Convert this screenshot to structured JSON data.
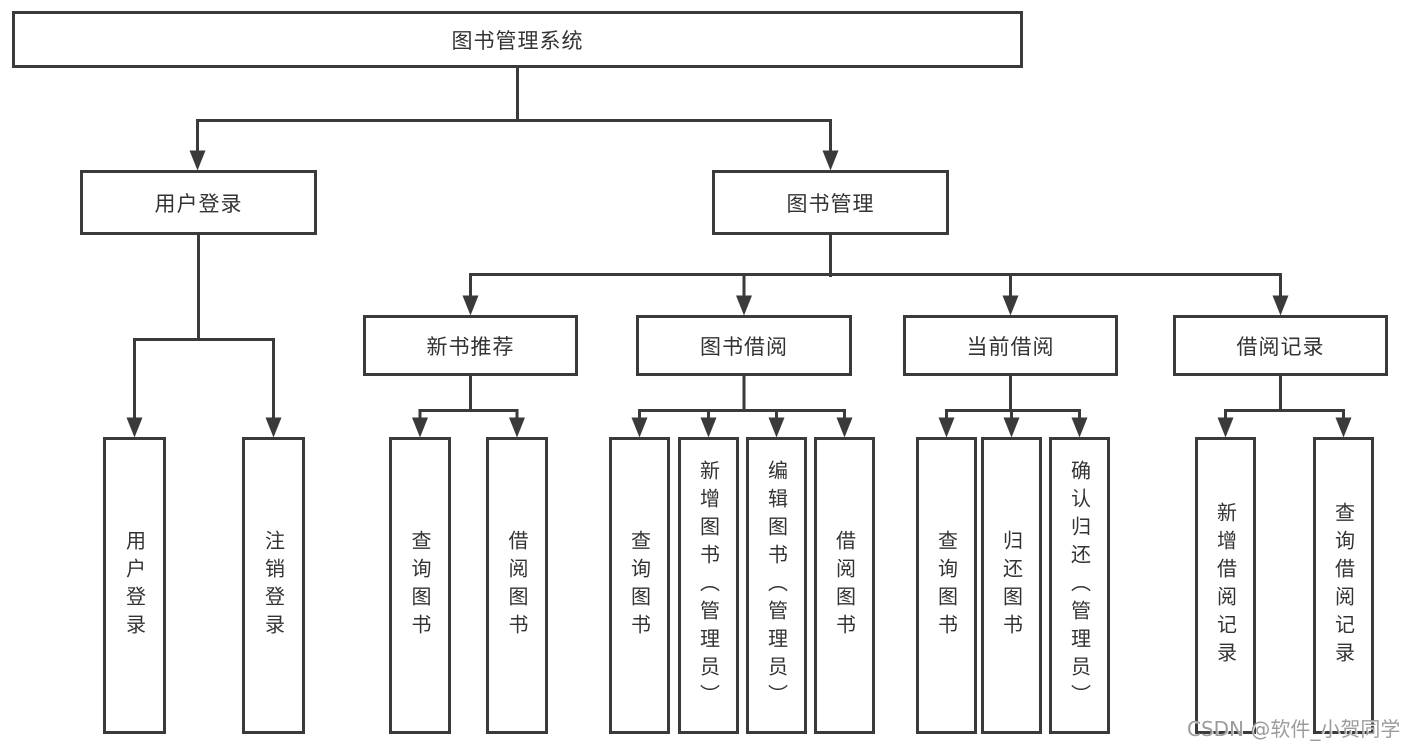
{
  "colors": {
    "line": "#3a3a3a",
    "box_border": "#3a3a3a",
    "text": "#333333",
    "watermark": "#9c9c9c",
    "background": "#ffffff"
  },
  "tree": {
    "root": {
      "label": "图书管理系统"
    },
    "branches": [
      {
        "label": "用户登录",
        "leaves": [
          {
            "label": "用户登录"
          },
          {
            "label": "注销登录"
          }
        ]
      },
      {
        "label": "图书管理",
        "groups": [
          {
            "label": "新书推荐",
            "leaves": [
              {
                "label": "查询图书"
              },
              {
                "label": "借阅图书"
              }
            ]
          },
          {
            "label": "图书借阅",
            "leaves": [
              {
                "label": "查询图书"
              },
              {
                "label": "新增图书（管理员）"
              },
              {
                "label": "编辑图书（管理员）"
              },
              {
                "label": "借阅图书"
              }
            ]
          },
          {
            "label": "当前借阅",
            "leaves": [
              {
                "label": "查询图书"
              },
              {
                "label": "归还图书"
              },
              {
                "label": "确认归还（管理员）"
              }
            ]
          },
          {
            "label": "借阅记录",
            "leaves": [
              {
                "label": "新增借阅记录"
              },
              {
                "label": "查询借阅记录"
              }
            ]
          }
        ]
      }
    ]
  },
  "watermark": {
    "text": "CSDN @软件_小贺同学"
  }
}
